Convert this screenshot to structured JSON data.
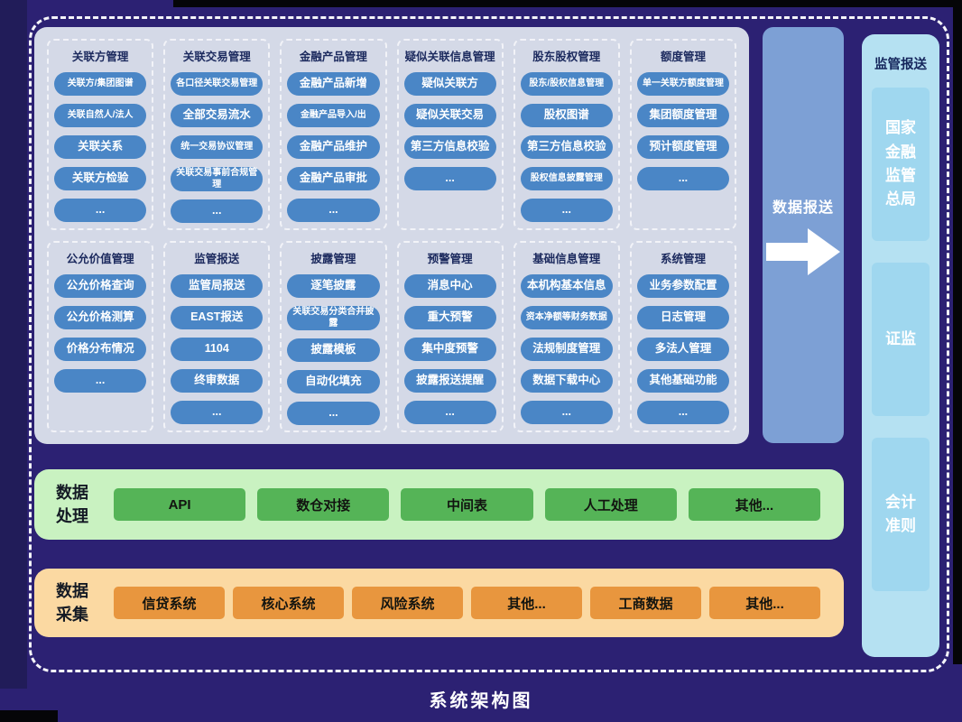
{
  "frame": {
    "title": "系统架构图"
  },
  "modules": {
    "rows": [
      {
        "groups": [
          {
            "title": "关联方管理",
            "items": [
              "关联方/集团图谱",
              "关联自然人/法人",
              "关联关系",
              "关联方检验",
              "..."
            ]
          },
          {
            "title": "关联交易管理",
            "items": [
              "各口径关联交易管理",
              "全部交易流水",
              "统一交易协议管理",
              "关联交易事前合规管理",
              "..."
            ]
          },
          {
            "title": "金融产品管理",
            "items": [
              "金融产品新增",
              "金融产品导入/出",
              "金融产品维护",
              "金融产品审批",
              "..."
            ]
          },
          {
            "title": "疑似关联信息管理",
            "items": [
              "疑似关联方",
              "疑似关联交易",
              "第三方信息校验",
              "..."
            ]
          },
          {
            "title": "股东股权管理",
            "items": [
              "股东/股权信息管理",
              "股权图谱",
              "第三方信息校验",
              "股权信息披露管理",
              "..."
            ]
          },
          {
            "title": "额度管理",
            "items": [
              "单一关联方额度管理",
              "集团额度管理",
              "预计额度管理",
              "..."
            ]
          }
        ]
      },
      {
        "groups": [
          {
            "title": "公允价值管理",
            "items": [
              "公允价格查询",
              "公允价格测算",
              "价格分布情况",
              "..."
            ]
          },
          {
            "title": "监管报送",
            "items": [
              "监管局报送",
              "EAST报送",
              "1104",
              "终审数据",
              "..."
            ]
          },
          {
            "title": "披露管理",
            "items": [
              "逐笔披露",
              "关联交易分类合并披露",
              "披露模板",
              "自动化填充",
              "..."
            ]
          },
          {
            "title": "预警管理",
            "items": [
              "消息中心",
              "重大预警",
              "集中度预警",
              "披露报送提醒",
              "..."
            ]
          },
          {
            "title": "基础信息管理",
            "items": [
              "本机构基本信息",
              "资本净额等财务数据",
              "法规制度管理",
              "数据下载中心",
              "..."
            ]
          },
          {
            "title": "系统管理",
            "items": [
              "业务参数配置",
              "日志管理",
              "多法人管理",
              "其他基础功能",
              "..."
            ]
          }
        ]
      }
    ]
  },
  "data_report": {
    "label": "数据报送",
    "arrow_icon": "right-arrow"
  },
  "regulatory": {
    "title": "监管报送",
    "targets": [
      "国家金融监管总局",
      "证监",
      "会计准则"
    ]
  },
  "processing": {
    "label": "数据处理",
    "items": [
      "API",
      "数仓对接",
      "中间表",
      "人工处理",
      "其他..."
    ]
  },
  "collection": {
    "label": "数据采集",
    "items": [
      "信贷系统",
      "核心系统",
      "风险系统",
      "其他...",
      "工商数据",
      "其他..."
    ]
  },
  "colors": {
    "background": "#2c2173",
    "module_panel": "#d4d9e7",
    "module_button": "#4a86c6",
    "report_panel": "#7da0d5",
    "regulatory_panel": "#b5e1f2",
    "regulatory_box": "#9fd7ef",
    "processing_panel": "#c9f2c1",
    "processing_button": "#55b457",
    "collection_panel": "#fbd9a2",
    "collection_button": "#e8963e",
    "header_text": "#1c2a5e"
  }
}
